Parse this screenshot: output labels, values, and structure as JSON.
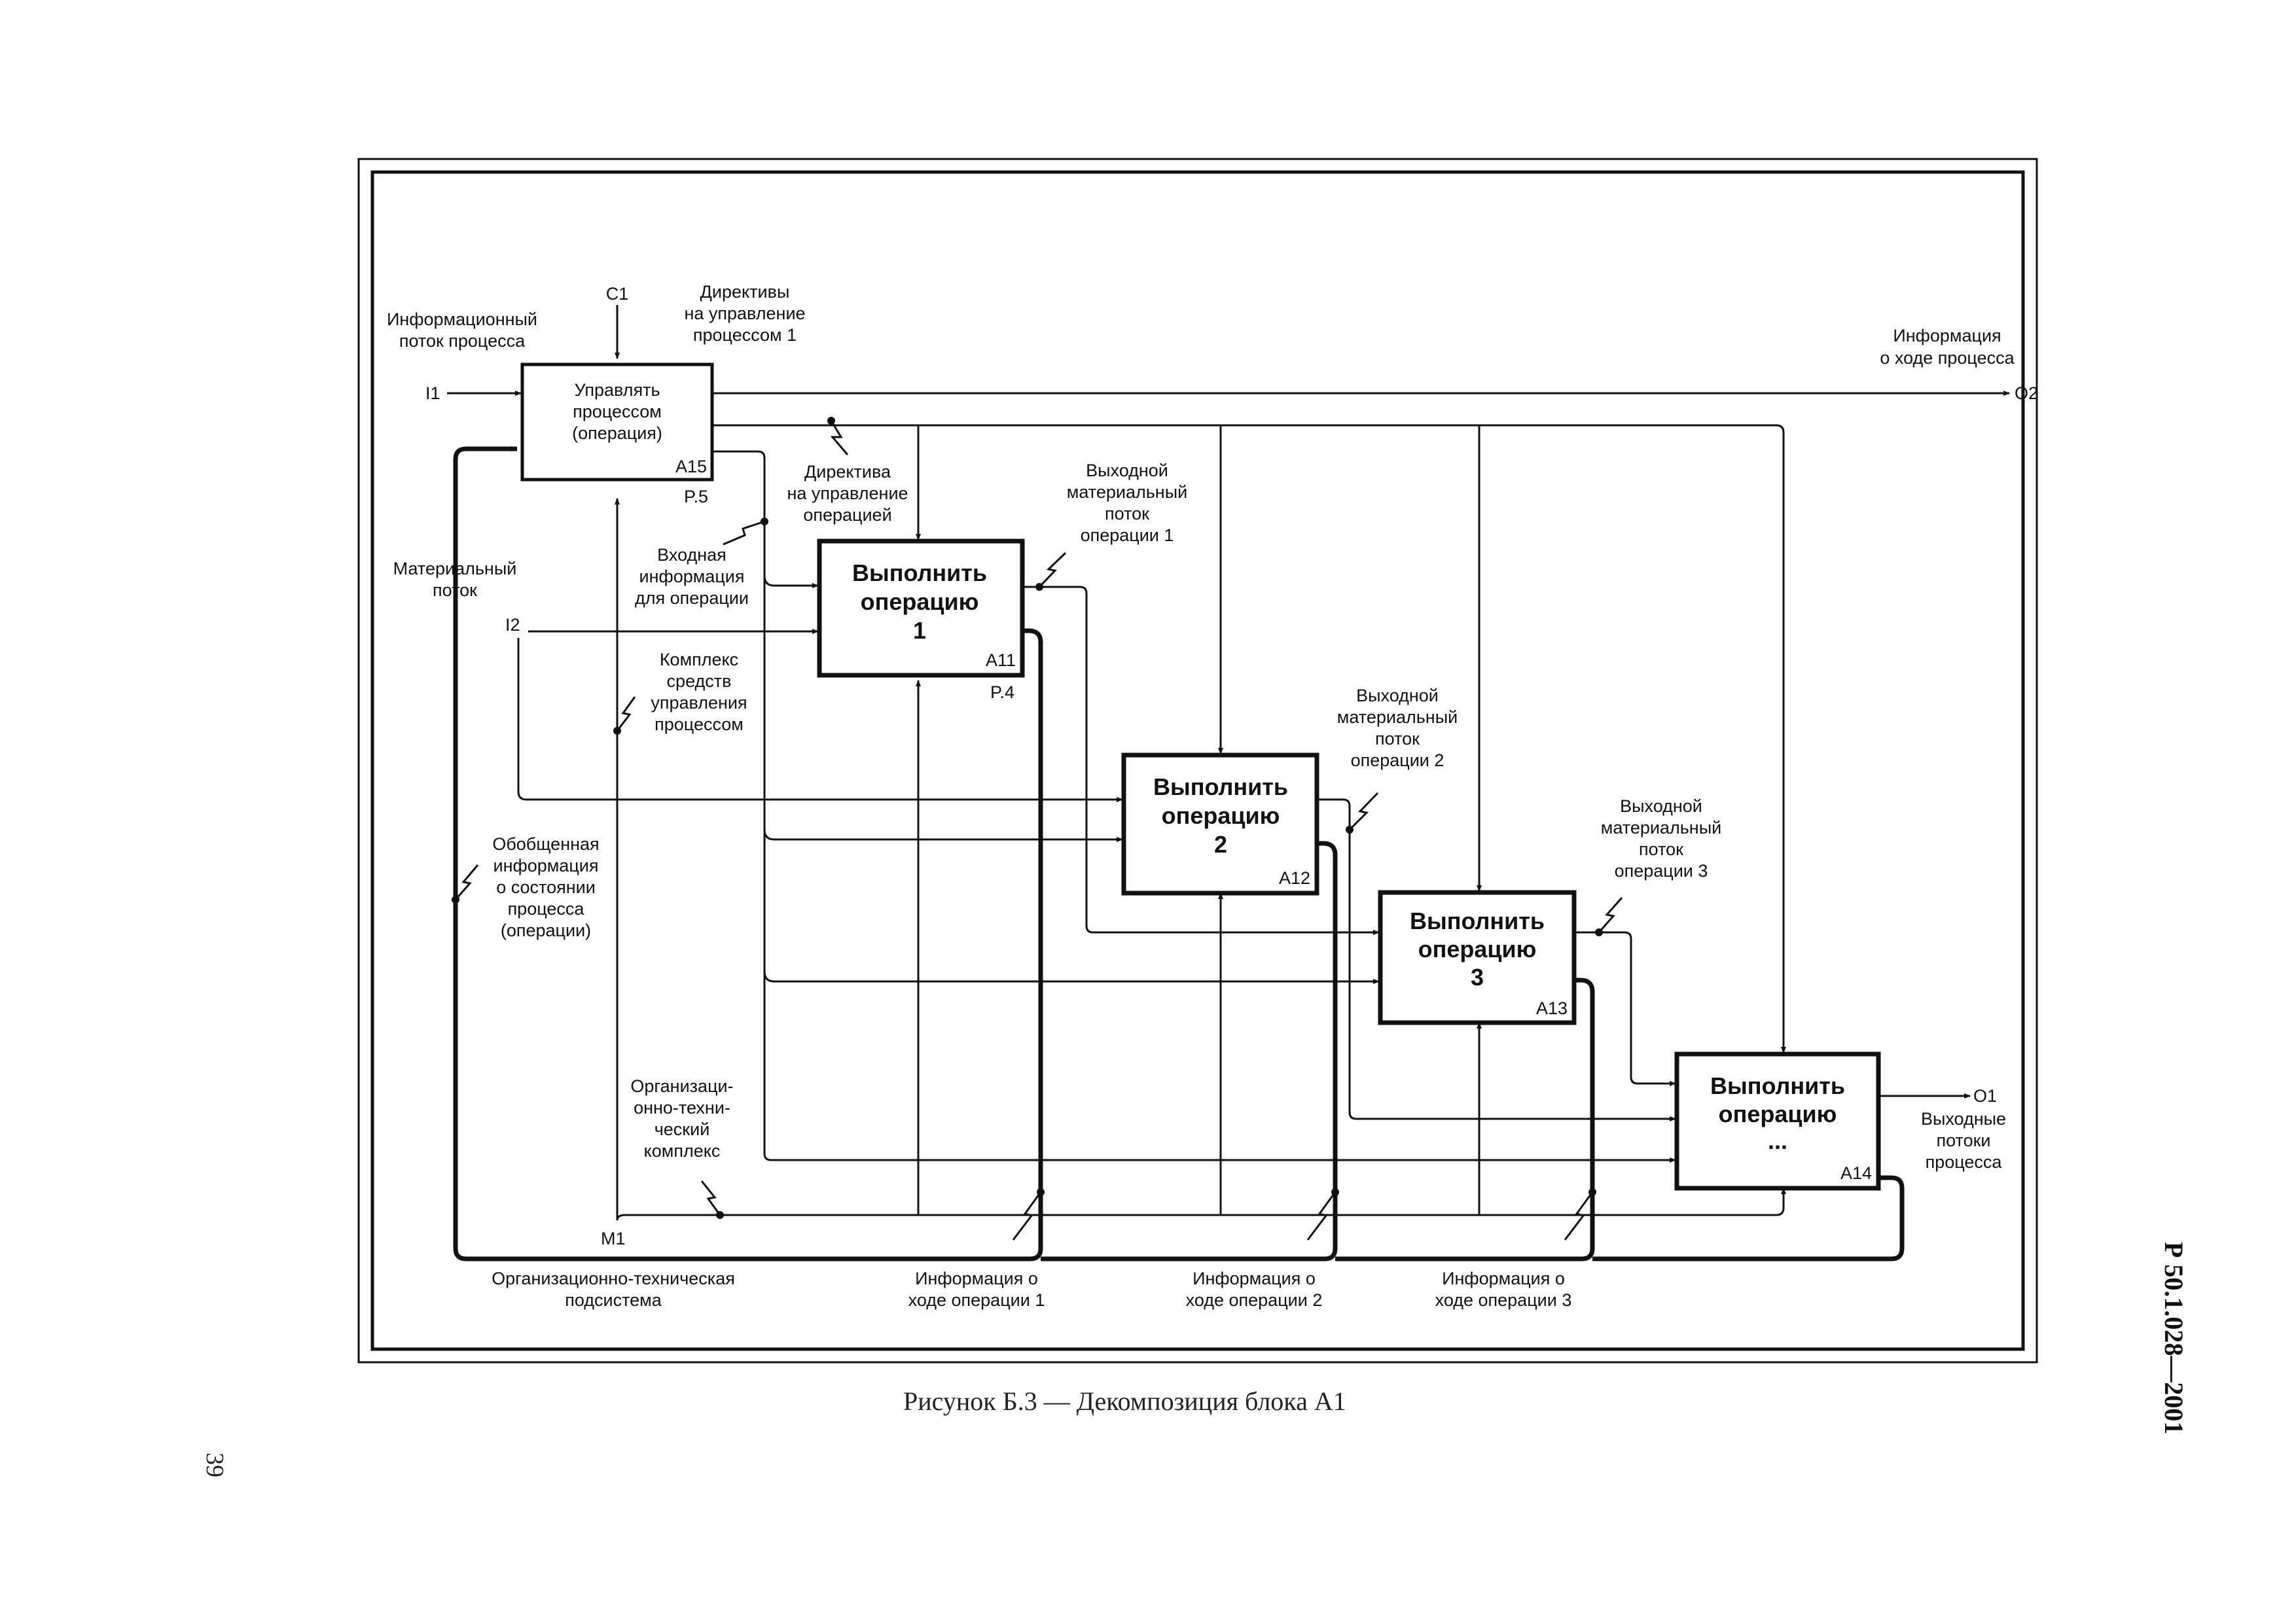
{
  "diagram": {
    "boxes": {
      "a15": {
        "title": [
          "Управлять",
          "процессом",
          "(операция)"
        ],
        "code": "A15",
        "ref": "P.5"
      },
      "a11": {
        "title": [
          "Выполнить",
          "операцию",
          "1"
        ],
        "code": "A11",
        "ref": "P.4"
      },
      "a12": {
        "title": [
          "Выполнить",
          "операцию",
          "2"
        ],
        "code": "A12"
      },
      "a13": {
        "title": [
          "Выполнить",
          "операцию",
          "3"
        ],
        "code": "A13"
      },
      "a14": {
        "title": [
          "Выполнить",
          "операцию",
          "..."
        ],
        "code": "A14"
      }
    },
    "labels": {
      "c1": "C1",
      "i1": "I1",
      "i2": "I2",
      "m1": "M1",
      "o1": "O1",
      "o2": "O2",
      "info_flow": [
        "Информационный",
        "поток процесса"
      ],
      "directives": [
        "Директивы",
        "на управление",
        "процессом 1"
      ],
      "process_info": [
        "Информация",
        "о ходе процесса"
      ],
      "op_directive": [
        "Директива",
        "на управление",
        "операцией"
      ],
      "output_flow_1": [
        "Выходной",
        "материальный",
        "поток",
        "операции 1"
      ],
      "material_flow": [
        "Материальный",
        "поток"
      ],
      "input_info": [
        "Входная",
        "информация",
        "для операции"
      ],
      "control_means": [
        "Комплекс",
        "средств",
        "управления",
        "процессом"
      ],
      "output_flow_2": [
        "Выходной",
        "материальный",
        "поток",
        "операции 2"
      ],
      "output_flow_3": [
        "Выходной",
        "материальный",
        "поток",
        "операции 3"
      ],
      "generalized_info": [
        "Обобщенная",
        "информация",
        "о состоянии",
        "процесса",
        "(операции)"
      ],
      "org_tech_complex": [
        "Организаци-",
        "онно-техни-",
        "ческий",
        "комплекс"
      ],
      "output_streams": [
        "Выходные",
        "потоки",
        "процесса"
      ],
      "org_tech_subsystem": [
        "Организационно-техническая",
        "подсистема"
      ],
      "op_info_1": [
        "Информация о",
        "ходе операции 1"
      ],
      "op_info_2": [
        "Информация о",
        "ходе операции 2"
      ],
      "op_info_3": [
        "Информация о",
        "ходе операции 3"
      ]
    }
  },
  "caption": "Рисунок Б.3 — Декомпозиция блока A1",
  "page_number": "39",
  "doc_id": "Р 50.1.028—2001"
}
